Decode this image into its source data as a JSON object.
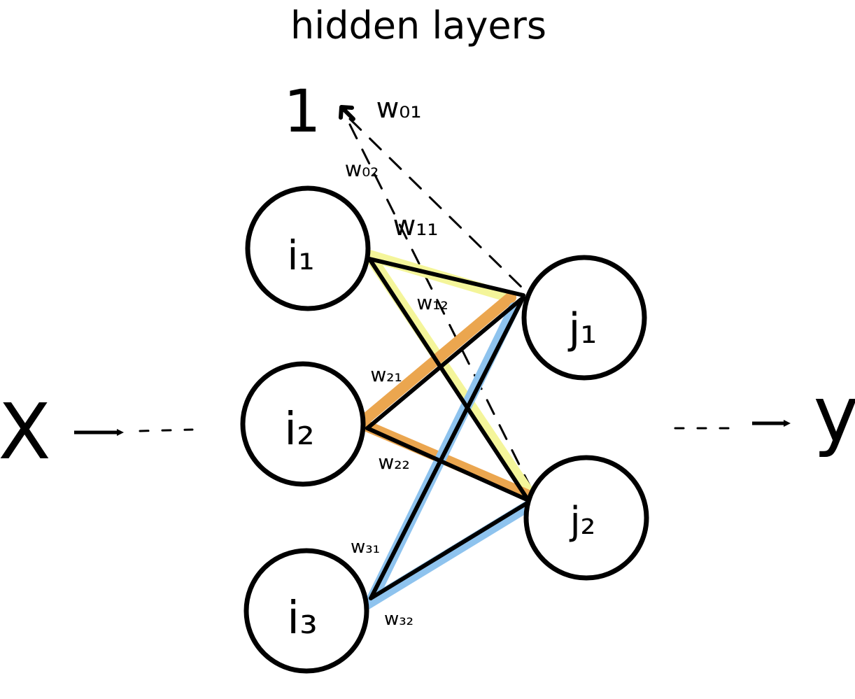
{
  "title": "hidden layers",
  "input_label": "X",
  "output_label": "y",
  "bias_label": "1",
  "nodes": {
    "input": [
      {
        "id": "i1",
        "label": "i₁"
      },
      {
        "id": "i2",
        "label": "i₂"
      },
      {
        "id": "i3",
        "label": "i₃"
      }
    ],
    "hidden": [
      {
        "id": "j1",
        "label": "j₁"
      },
      {
        "id": "j2",
        "label": "j₂"
      }
    ]
  },
  "weights": {
    "w01": "w₀₁",
    "w02": "w₀₂",
    "w11": "w₁₁",
    "w12": "w₁₂",
    "w21": "w₂₁",
    "w22": "w₂₂",
    "w31": "w₃₁",
    "w32": "w₃₂"
  },
  "colors": {
    "i1_edges": "#f4f59a",
    "i2_edges": "#eba64f",
    "i3_edges": "#8ec3ee"
  }
}
